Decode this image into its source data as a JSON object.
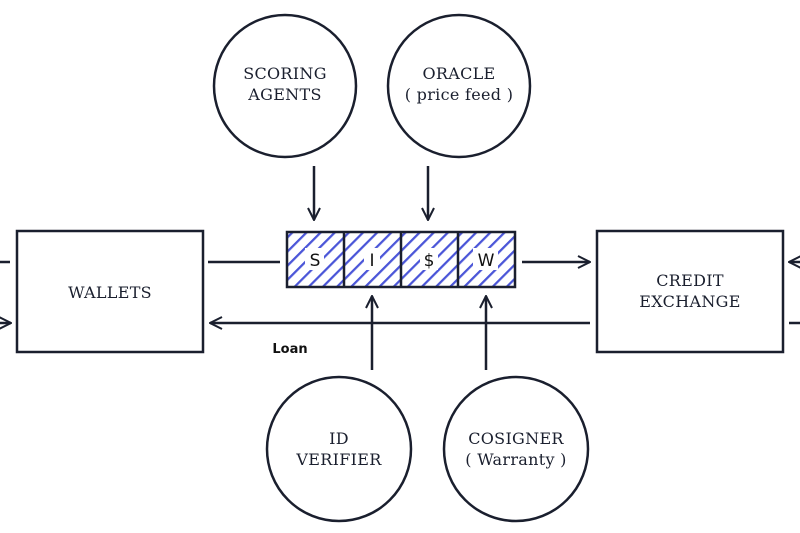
{
  "colors": {
    "stroke": "#1a1f2e",
    "hatch": "#4a55d8"
  },
  "nodes": {
    "scoring_agents": {
      "lines": [
        "SCORING",
        "AGENTS"
      ]
    },
    "oracle": {
      "lines": [
        "ORACLE",
        "( price feed )"
      ]
    },
    "wallets": {
      "lines": [
        "WALLETS"
      ]
    },
    "credit_exchange": {
      "lines": [
        "CREDIT",
        "EXCHANGE"
      ]
    },
    "id_verifier": {
      "lines": [
        "ID",
        "VERIFIER"
      ]
    },
    "cosigner": {
      "lines": [
        "COSIGNER",
        "( Warranty )"
      ]
    }
  },
  "token_cells": [
    "S",
    "I",
    "$",
    "W"
  ],
  "edges": {
    "loan_label": "Loan"
  }
}
